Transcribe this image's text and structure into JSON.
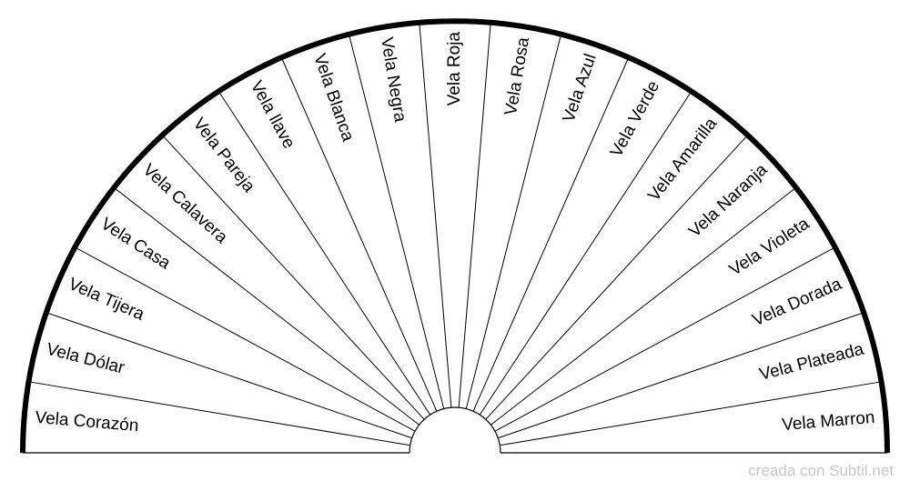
{
  "chart_data": {
    "type": "pie",
    "shape": "semicircle-pendulum-chart",
    "categories": [
      "Vela Corazón",
      "Vela Dólar",
      "Vela Tijera",
      "Vela Casa",
      "Vela Calavera",
      "Vela Pareja",
      "Vela llave",
      "Vela Blanca",
      "Vela Negra",
      "Vela Roja",
      "Vela Rosa",
      "Vela Azul",
      "Vela Verde",
      "Vela Amarilla",
      "Vela Naranja",
      "Vela Violeta",
      "Vela Dorada",
      "Vela Plateada",
      "Vela Marron"
    ],
    "values": [
      1,
      1,
      1,
      1,
      1,
      1,
      1,
      1,
      1,
      1,
      1,
      1,
      1,
      1,
      1,
      1,
      1,
      1,
      1
    ],
    "colors": {
      "line": "#000000",
      "fill": "#ffffff",
      "credit": "#c8c8c8"
    }
  },
  "credit": "creada con Subtil.net"
}
